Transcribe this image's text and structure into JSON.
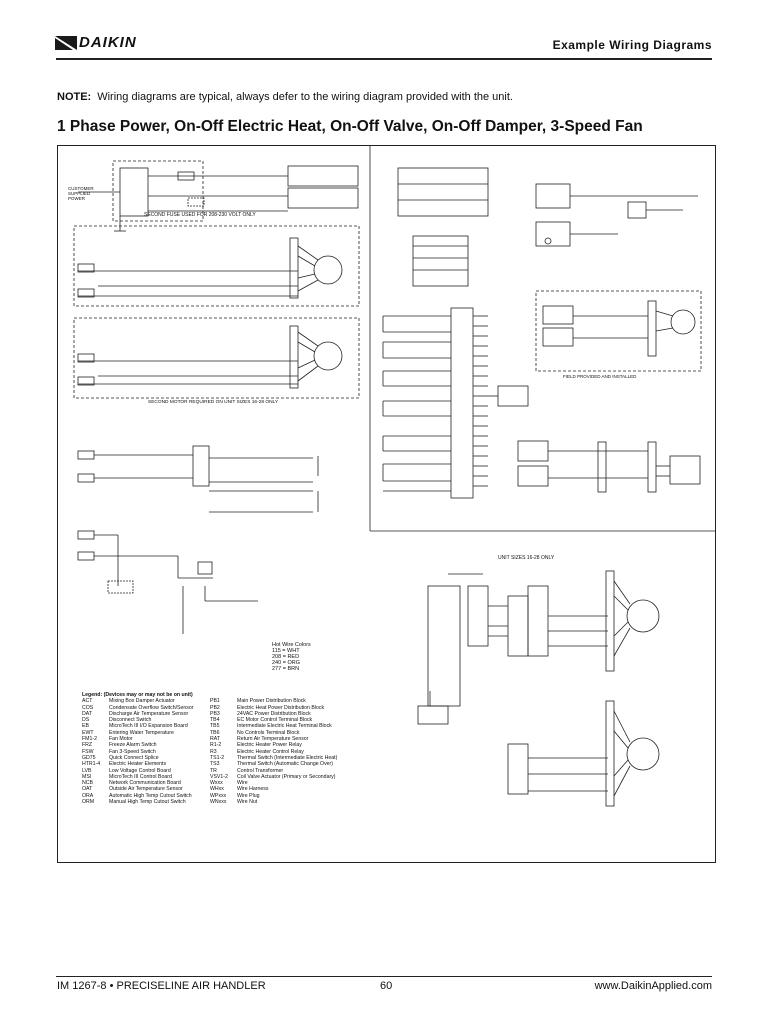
{
  "header": {
    "brand": "DAIKIN",
    "section_title": "Example Wiring Diagrams"
  },
  "note": {
    "label": "NOTE:",
    "text": "Wiring diagrams are typical, always defer to the wiring diagram provided with the unit."
  },
  "title": "1 Phase Power, On-Off Electric Heat, On-Off Valve, On-Off Damper, 3-Speed Fan",
  "diagram": {
    "supply": "CUSTOMER SUPPLIED POWER",
    "fuse_note": "SECOND FUSE USED FOR 208-230 VOLT ONLY",
    "second_motor_note": "SECOND MOTOR REQUIRED ON UNIT SIZES 16-28 ONLY",
    "unit_note": "UNIT SIZES 16-28 ONLY",
    "field_note": "FIELD PROVIDED AND INSTALLED",
    "hot_wire_colors": {
      "title": "Hot Wire Colors",
      "lines": [
        "115 = WHT",
        "208 = RED",
        "240 = ORG",
        "277 = BRN"
      ]
    }
  },
  "legend": {
    "heading": "Legend:",
    "subheading": "(Devices may or may not be on unit)",
    "rows": [
      [
        "ACT",
        "Mixing Box Damper Actuator",
        "PB1",
        "Main Power Distribution Block"
      ],
      [
        "COS",
        "Condensate Overflow Switch/Sensor",
        "PB2",
        "Electric Heat Power Distribution Block"
      ],
      [
        "DAT",
        "Discharge Air Temperature Sensor",
        "PB3",
        "24VAC Power Distribution Block"
      ],
      [
        "DS",
        "Disconnect Switch",
        "TB4",
        "EC Motor Control Terminal Block"
      ],
      [
        "EB",
        "MicroTech III I/O Expansion Board",
        "TB5",
        "Intermediate Electric Heat Terminal Block"
      ],
      [
        "EWT",
        "Entering Water Temperature",
        "TB6",
        "No Controls Terminal Block"
      ],
      [
        "FM1-2",
        "Fan Motor",
        "RAT",
        "Return Air Temperature Sensor"
      ],
      [
        "FRZ",
        "Freeze Alarm Switch",
        "R1-2",
        "Electric Heater Power Relay"
      ],
      [
        "FSW",
        "Fan 3-Speed Switch",
        "R3",
        "Electric Heater Control Relay"
      ],
      [
        "GD75",
        "Quick Connect Splice",
        "TS1-2",
        "Thermal Switch (Intermediate Electric Heat)"
      ],
      [
        "HTR1-4",
        "Electric Heater Elements",
        "TS3",
        "Thermal Switch (Automatic Change Over)"
      ],
      [
        "LVB",
        "Low Voltage Control Board",
        "TR",
        "Control Transformer"
      ],
      [
        "MSI",
        "MicroTech III Control Board",
        "VSV1-2",
        "Coil Valve Actuator (Primary or Secondary)"
      ],
      [
        "NCB",
        "Network Communication Board",
        "Wxxx",
        "Wire"
      ],
      [
        "OAT",
        "Outside Air Temperature Sensor",
        "WHxx",
        "Wire Harness"
      ],
      [
        "ORA",
        "Automatic High Temp Cutout Switch",
        "WPxxx",
        "Wire Plug"
      ],
      [
        "ORM",
        "Manual High Temp Cutout Switch",
        "WNxxx",
        "Wire Nut"
      ]
    ]
  },
  "footer": {
    "left": "IM 1267-8 • PRECISELINE AIR HANDLER",
    "page": "60",
    "right": "www.DaikinApplied.com"
  }
}
